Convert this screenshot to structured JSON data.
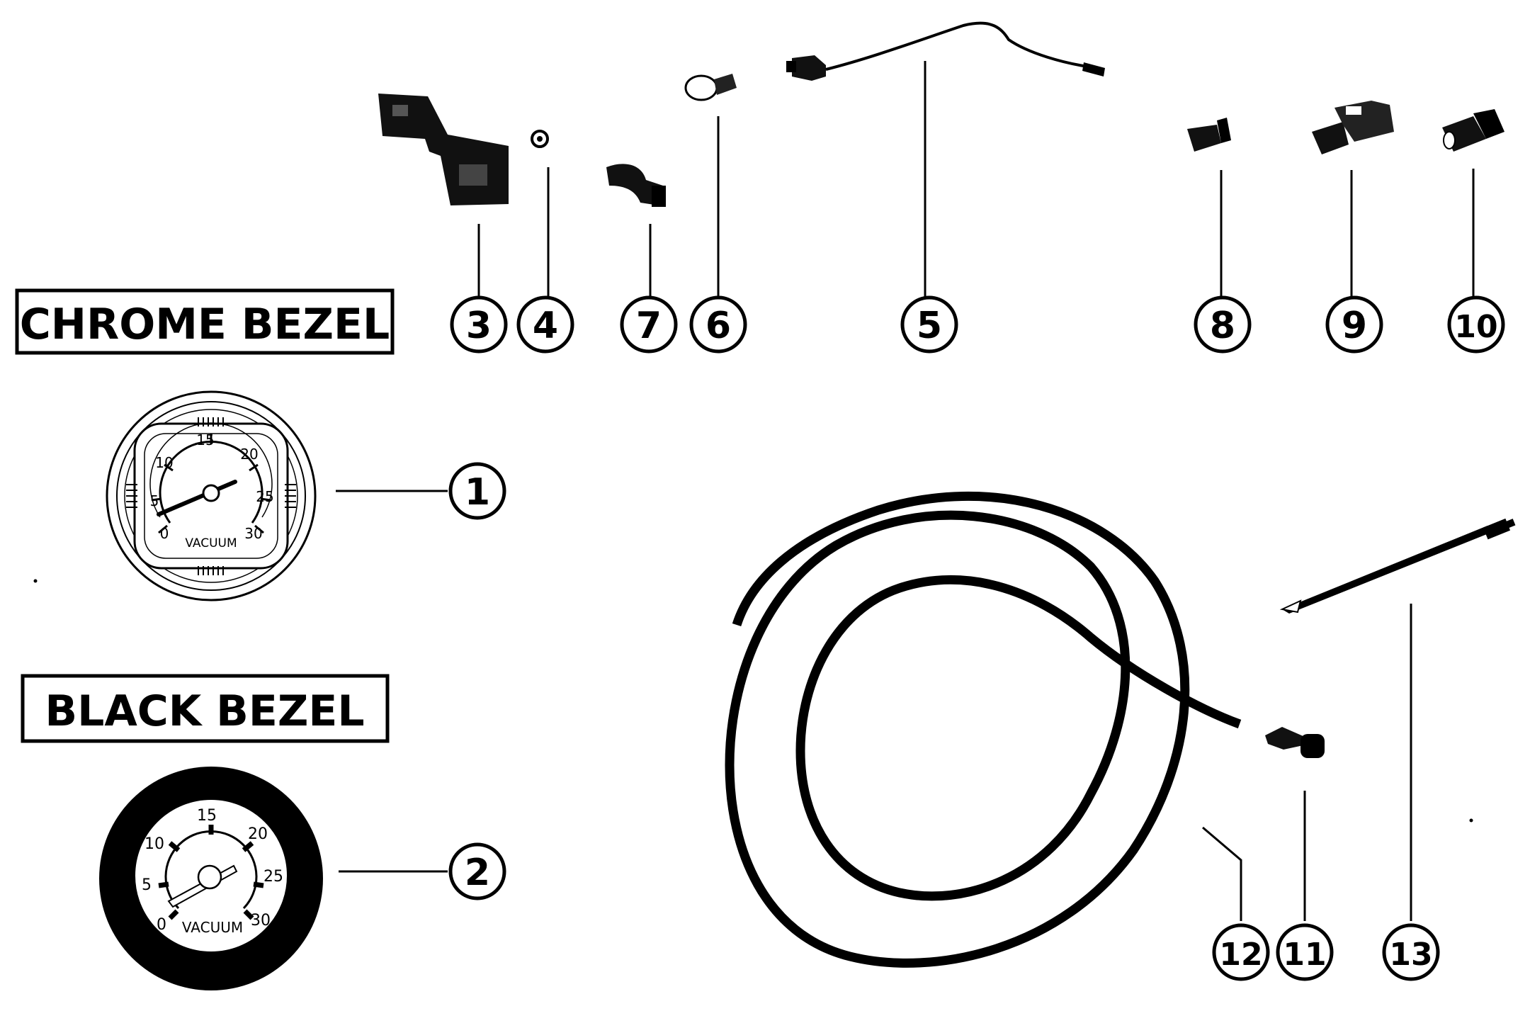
{
  "labels": {
    "chrome_bezel": "CHROME BEZEL",
    "black_bezel": "BLACK BEZEL"
  },
  "chrome_gauge": {
    "ticks": [
      "0",
      "5",
      "10",
      "15",
      "20",
      "25",
      "30"
    ],
    "caption": "VACUUM"
  },
  "black_gauge": {
    "ticks": [
      "0",
      "5",
      "10",
      "15",
      "20",
      "25",
      "30"
    ],
    "caption": "VACUUM"
  },
  "callouts": {
    "c1": "1",
    "c2": "2",
    "c3": "3",
    "c4": "4",
    "c5": "5",
    "c6": "6",
    "c7": "7",
    "c8": "8",
    "c9": "9",
    "c10": "10",
    "c11": "11",
    "c12": "12",
    "c13": "13"
  },
  "colors": {
    "ink": "#000000",
    "paper": "#ffffff"
  }
}
